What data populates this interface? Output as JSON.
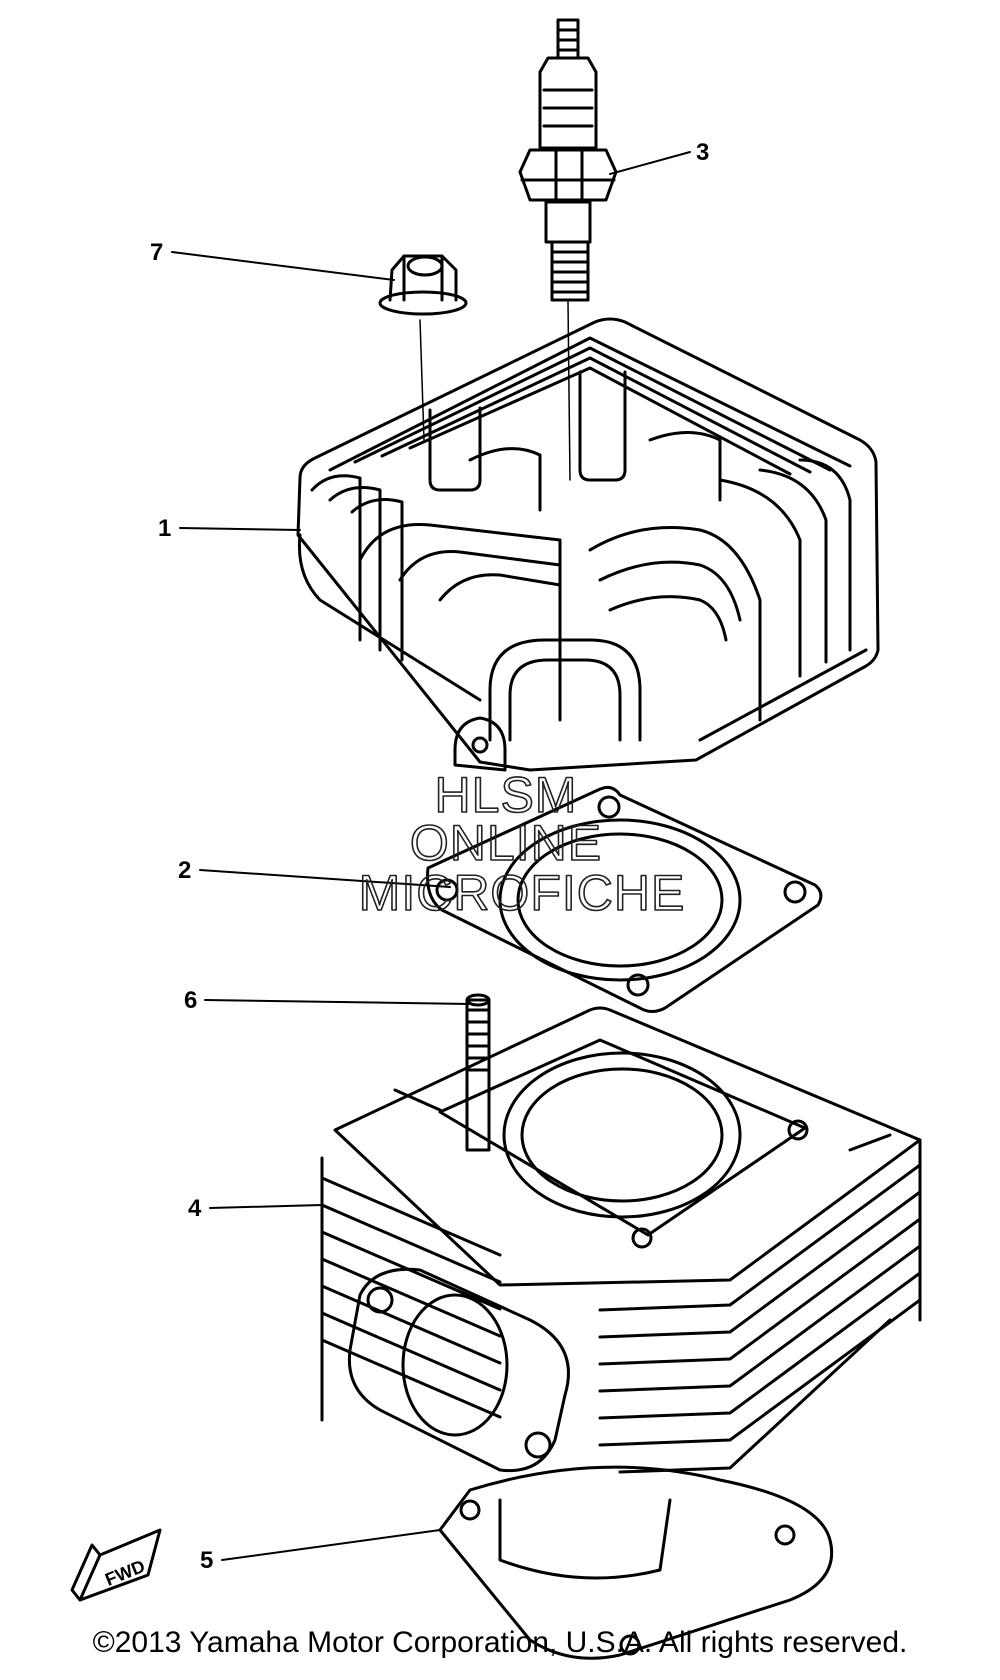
{
  "callouts": {
    "c1": "1",
    "c2": "2",
    "c3": "3",
    "c4": "4",
    "c5": "5",
    "c6": "6",
    "c7": "7"
  },
  "watermark": {
    "line1": "HLSM",
    "line2": "ONLINE",
    "line3": "MICROFICHE"
  },
  "fwd_mark": "FWD",
  "footer": {
    "copyright": "©2013 Yamaha Motor Corporation, U.S.A. All rights reserved."
  }
}
